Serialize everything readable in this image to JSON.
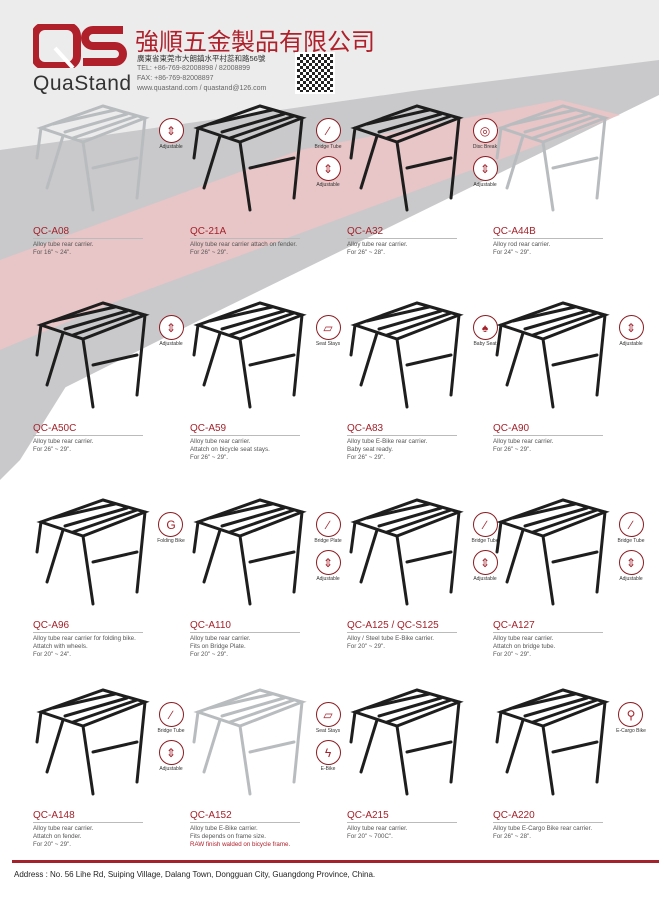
{
  "header": {
    "logo_letters": "QS",
    "brand": "QuaStand",
    "company_cn": "強順五金製品有限公司",
    "address_cn": "廣東省東莞市大朗鎮水平村蕊和路56號",
    "tel": "TEL: +86-769-82008898 / 82008899",
    "fax": "FAX: +86-769-82008897",
    "web": "www.quastand.com / quastand@126.com"
  },
  "colors": {
    "brand": "#a3222b",
    "band": "#c9c9cb",
    "swoosh": "#e9b8b8"
  },
  "products": [
    {
      "name": "QC-A08",
      "desc": [
        "Alloy tube rear carrier.",
        "For 16\" ~ 24\"."
      ],
      "finish": "silver",
      "badges": [
        {
          "icon": "adjustable-icon",
          "label": "Adjustable"
        }
      ]
    },
    {
      "name": "QC-21A",
      "desc": [
        "Alloy tube rear carrier attach on fender.",
        "For 26\" ~ 29\"."
      ],
      "finish": "black",
      "badges": [
        {
          "icon": "bridge-tube-icon",
          "label": "Bridge Tube"
        },
        {
          "icon": "adjustable-icon",
          "label": "Adjustable"
        }
      ]
    },
    {
      "name": "QC-A32",
      "desc": [
        "Alloy tube rear carrier.",
        "For 26\" ~ 28\"."
      ],
      "finish": "black",
      "badges": [
        {
          "icon": "disc-brake-icon",
          "label": "Disc Break"
        },
        {
          "icon": "adjustable-icon",
          "label": "Adjustable"
        }
      ]
    },
    {
      "name": "QC-A44B",
      "desc": [
        "Alloy rod rear carrier.",
        "For 24\" ~ 29\"."
      ],
      "finish": "silver",
      "badges": []
    },
    {
      "name": "QC-A50C",
      "desc": [
        "Alloy tube rear carrier.",
        "For 26\" ~ 29\"."
      ],
      "finish": "black",
      "badges": [
        {
          "icon": "adjustable-icon",
          "label": "Adjustable"
        }
      ]
    },
    {
      "name": "QC-A59",
      "desc": [
        "Alloy tube rear carrier.",
        "Attatch on bicycle seat stays.",
        "For 26\" ~ 29\"."
      ],
      "finish": "black",
      "badges": [
        {
          "icon": "seat-stays-icon",
          "label": "Seat Stays"
        }
      ]
    },
    {
      "name": "QC-A83",
      "desc": [
        "Alloy tube E-Bike rear carrier.",
        "Baby seat ready.",
        "For 26\" ~ 29\"."
      ],
      "finish": "black",
      "badges": [
        {
          "icon": "baby-seat-icon",
          "label": "Baby Seat"
        }
      ]
    },
    {
      "name": "QC-A90",
      "desc": [
        "Alloy tube rear carrier.",
        "For 26\" ~ 29\"."
      ],
      "finish": "black",
      "badges": [
        {
          "icon": "adjustable-icon",
          "label": "Adjustable"
        }
      ]
    },
    {
      "name": "QC-A96",
      "desc": [
        "Alloy tube rear carrier for folding bike.",
        "Attatch with wheels.",
        "For 20\" ~ 24\"."
      ],
      "finish": "black",
      "badges": [
        {
          "icon": "folding-bike-icon",
          "label": "Folding Bike"
        }
      ]
    },
    {
      "name": "QC-A110",
      "desc": [
        "Alloy tube rear carrier.",
        "Fits on Bridge Plate.",
        "For 20\" ~ 29\"."
      ],
      "finish": "black",
      "badges": [
        {
          "icon": "bridge-plate-icon",
          "label": "Bridge Plate"
        },
        {
          "icon": "adjustable-icon",
          "label": "Adjustable"
        }
      ]
    },
    {
      "name": "QC-A125 / QC-S125",
      "desc": [
        "Alloy / Steel tube E-Bike carrier.",
        "For 20\" ~ 29\"."
      ],
      "finish": "black",
      "badges": [
        {
          "icon": "bridge-tube-icon",
          "label": "Bridge Tube"
        },
        {
          "icon": "adjustable-icon",
          "label": "Adjustable"
        }
      ]
    },
    {
      "name": "QC-A127",
      "desc": [
        "Alloy tube rear carrier.",
        "Attatch on bridge tube.",
        "For 20\" ~ 29\"."
      ],
      "finish": "black",
      "badges": [
        {
          "icon": "bridge-tube-icon",
          "label": "Bridge Tube"
        },
        {
          "icon": "adjustable-icon",
          "label": "Adjustable"
        }
      ]
    },
    {
      "name": "QC-A148",
      "desc": [
        "Alloy tube rear carrier.",
        "Attatch on fender.",
        "For 20\" ~ 29\"."
      ],
      "finish": "black",
      "badges": [
        {
          "icon": "bridge-tube-icon",
          "label": "Bridge Tube"
        },
        {
          "icon": "adjustable-icon",
          "label": "Adjustable"
        }
      ]
    },
    {
      "name": "QC-A152",
      "desc": [
        "Alloy tube E-Bike carrier.",
        "Fits depends on frame size.",
        "RAW finish  walded on bicycle frame."
      ],
      "finish": "silver",
      "badges": [
        {
          "icon": "seat-stays-icon",
          "label": "Seat Stays"
        },
        {
          "icon": "e-bike-icon",
          "label": "E-Bike"
        }
      ]
    },
    {
      "name": "QC-A215",
      "desc": [
        "Alloy tube rear carrier.",
        "For 20\" ~ 700C\"."
      ],
      "finish": "black",
      "badges": []
    },
    {
      "name": "QC-A220",
      "desc": [
        "Alloy tube E-Cargo Bike rear carrier.",
        "For 26\" ~ 28\"."
      ],
      "finish": "black",
      "badges": [
        {
          "icon": "e-cargo-bike-icon",
          "label": "E-Cargo Bike"
        }
      ]
    }
  ],
  "footer": {
    "address": "Address : No. 56 Lihe Rd, Suiping Village, Dalang Town, Dongguan City, Guangdong Province, China."
  }
}
